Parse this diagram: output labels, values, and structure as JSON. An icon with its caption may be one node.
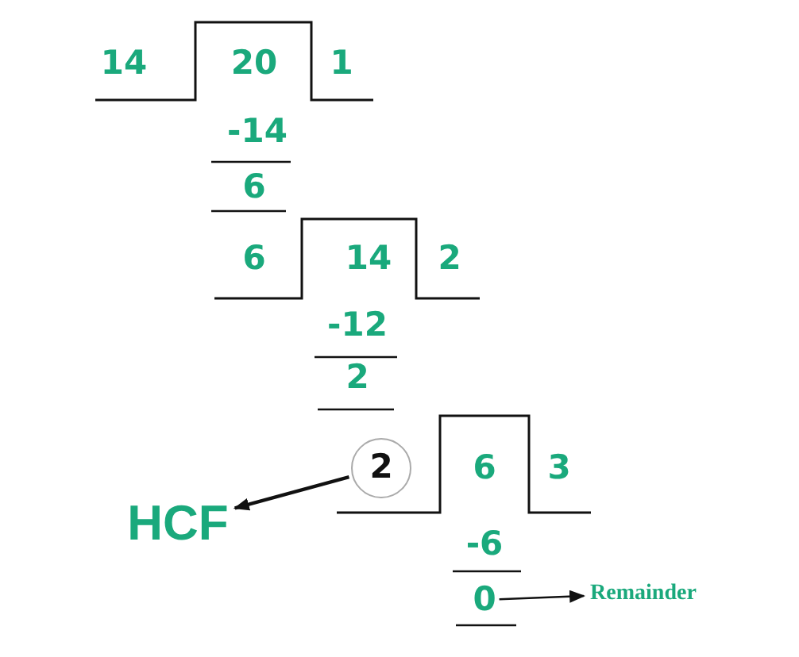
{
  "diagram": {
    "nodes": [
      {
        "text": [
          "2"
        ]
      },
      {
        "text": [
          "HCF"
        ]
      },
      {
        "text": [
          "0"
        ]
      },
      {
        "text": [
          "Remainder"
        ]
      }
    ],
    "edges": [
      {
        "from": 0,
        "to": 1,
        "arrow": "to"
      },
      {
        "from": 2,
        "to": 3,
        "arrow": "to"
      }
    ],
    "labels": [
      "14",
      "20",
      "1",
      "-14",
      "6",
      "6",
      "14",
      "2",
      "-12",
      "2",
      "6",
      "3",
      "-6"
    ]
  }
}
